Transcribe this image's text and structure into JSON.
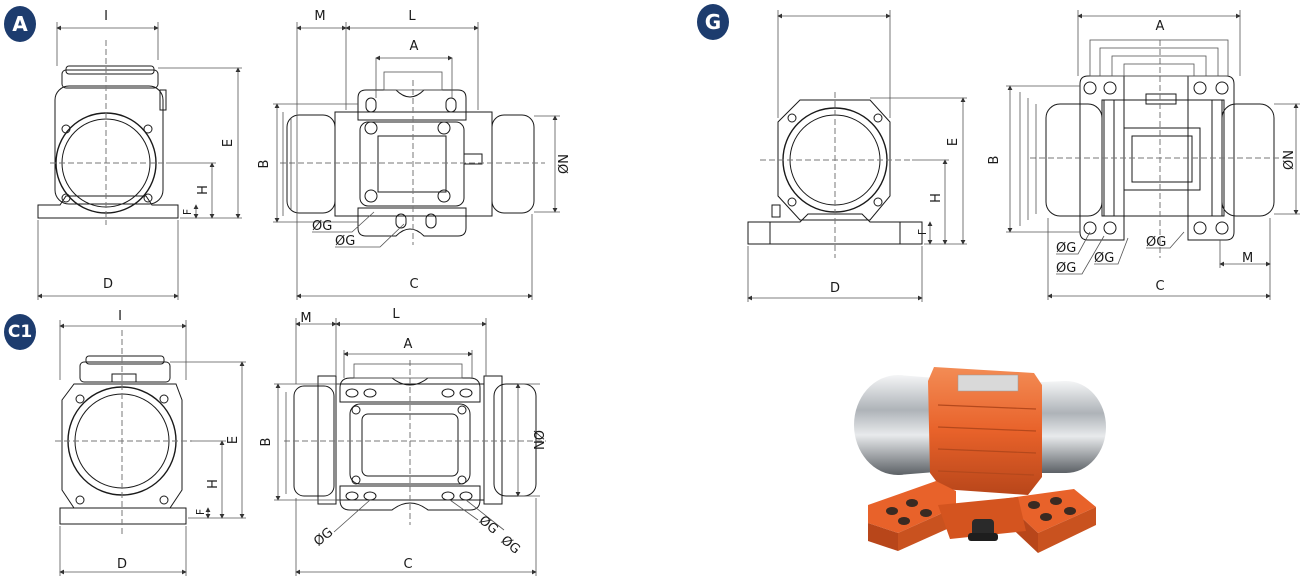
{
  "colors": {
    "badge": "#1d3c6e",
    "line": "#1a1a1a",
    "dim": "#555555",
    "housing": "#e8622a",
    "steel": "#c9cdd2"
  },
  "views": [
    {
      "id": "A",
      "badge": "A",
      "labels": {
        "I": "I",
        "M": "M",
        "L": "L",
        "A": "A",
        "E": "E",
        "H": "H",
        "F": "F",
        "B": "B",
        "N": "ØN",
        "G1": "ØG",
        "G2": "ØG",
        "D": "D",
        "C": "C"
      }
    },
    {
      "id": "G",
      "badge": "G",
      "labels": {
        "A": "A",
        "E": "E",
        "H": "H",
        "F": "F",
        "B": "B",
        "N": "ØN",
        "G1": "ØG",
        "G2": "ØG",
        "G3": "ØG",
        "G4": "ØG",
        "M": "M",
        "D": "D",
        "C": "C"
      }
    },
    {
      "id": "C1",
      "badge": "C1",
      "labels": {
        "I": "I",
        "M": "M",
        "L": "L",
        "A": "A",
        "E": "E",
        "H": "H",
        "F": "F",
        "B": "B",
        "N": "ØN",
        "G1": "ØG",
        "G2": "ØG",
        "G3": "ØG",
        "D": "D",
        "C": "C"
      }
    }
  ],
  "photo": {
    "icon": "vibrator-motor-photo"
  }
}
